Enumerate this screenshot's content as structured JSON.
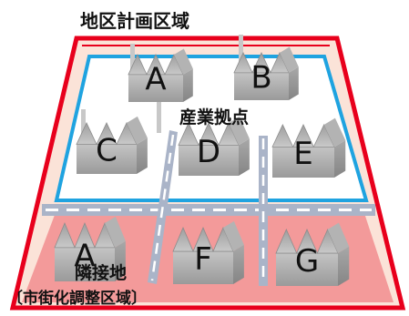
{
  "title": "地区計画区域",
  "industrial_label": "産業拠点",
  "adjacent_label": "隣接地",
  "zone_label": "〔市街化調整区域〕",
  "factories": [
    {
      "id": "A",
      "label": "A"
    },
    {
      "id": "B",
      "label": "B"
    },
    {
      "id": "C",
      "label": "C"
    },
    {
      "id": "D",
      "label": "D"
    },
    {
      "id": "E",
      "label": "E"
    },
    {
      "id": "A2",
      "label": "A"
    },
    {
      "id": "F",
      "label": "F"
    },
    {
      "id": "G",
      "label": "G"
    }
  ],
  "colors": {
    "district_border": "#e8001c",
    "industrial_border": "#1fa3e0",
    "adjacent_fill": "#f39a9a",
    "district_fill": "#fbe3d8",
    "road": "#aab4c8",
    "factory": "#bdbdbd"
  }
}
